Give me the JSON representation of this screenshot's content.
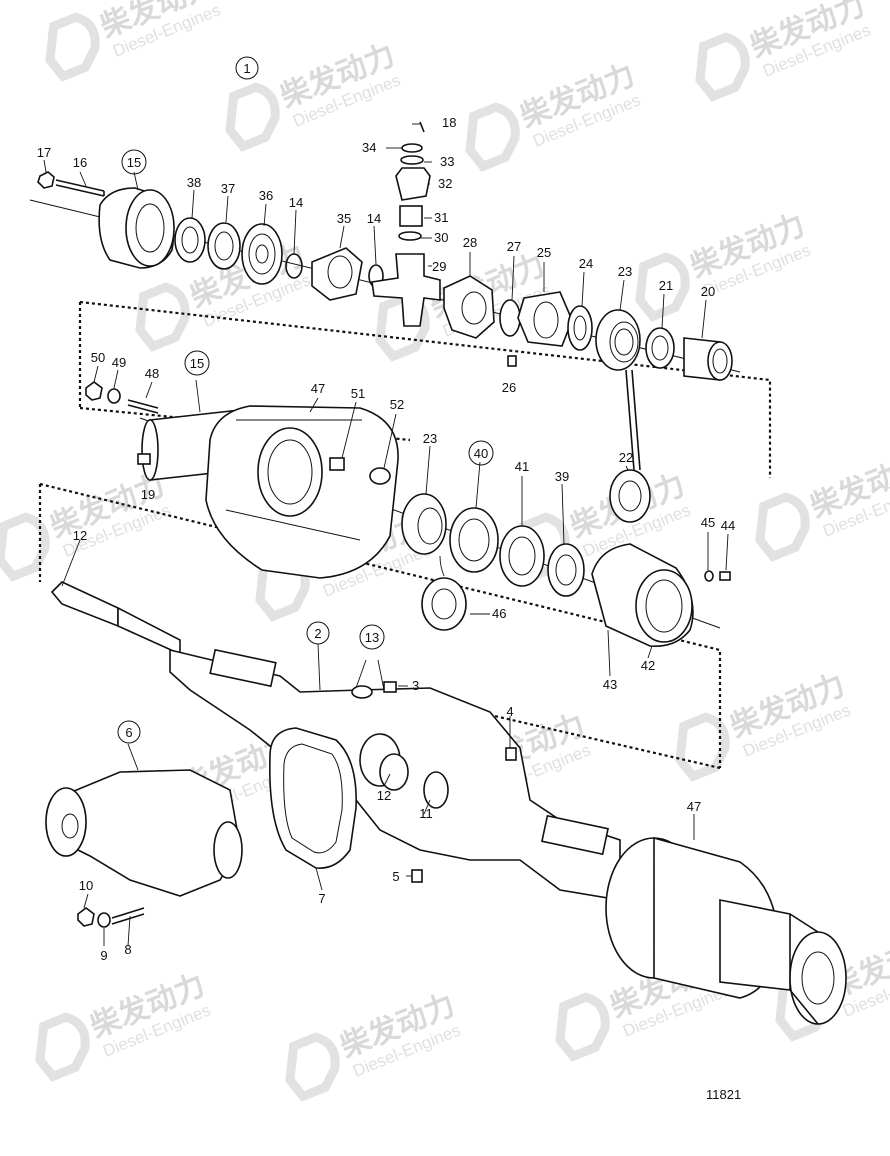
{
  "watermark": {
    "brand": "柴发动力",
    "sub": "Diesel-Engines"
  },
  "figure_number": "11821",
  "labels": {
    "l1": "1",
    "l2": "2",
    "l3": "3",
    "l4": "4",
    "l5": "5",
    "l6": "6",
    "l7": "7",
    "l8": "8",
    "l9": "9",
    "l10": "10",
    "l11": "11",
    "l12a": "12",
    "l12b": "12",
    "l13": "13",
    "l14a": "14",
    "l14b": "14",
    "l15a": "15",
    "l15b": "15",
    "l16": "16",
    "l17": "17",
    "l18": "18",
    "l19": "19",
    "l20": "20",
    "l21": "21",
    "l22": "22",
    "l23a": "23",
    "l23b": "23",
    "l24": "24",
    "l25": "25",
    "l26": "26",
    "l27": "27",
    "l28": "28",
    "l29": "29",
    "l30": "30",
    "l31": "31",
    "l32": "32",
    "l33": "33",
    "l34": "34",
    "l35": "35",
    "l36": "36",
    "l37": "37",
    "l38": "38",
    "l39": "39",
    "l40": "40",
    "l41": "41",
    "l42": "42",
    "l43": "43",
    "l44": "44",
    "l45": "45",
    "l46": "46",
    "l47a": "47",
    "l47b": "47",
    "l48": "48",
    "l49": "49",
    "l50": "50",
    "l51": "51",
    "l52": "52"
  }
}
